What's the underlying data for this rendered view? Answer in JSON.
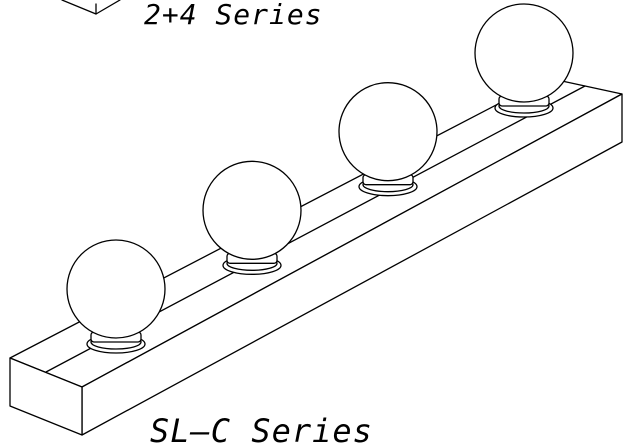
{
  "labels": {
    "top_series": "2+4 Series",
    "bottom_series": "SL–C Series"
  },
  "fixture": {
    "bulb_count": 4
  },
  "colors": {
    "stroke": "#000000",
    "background": "#ffffff"
  }
}
